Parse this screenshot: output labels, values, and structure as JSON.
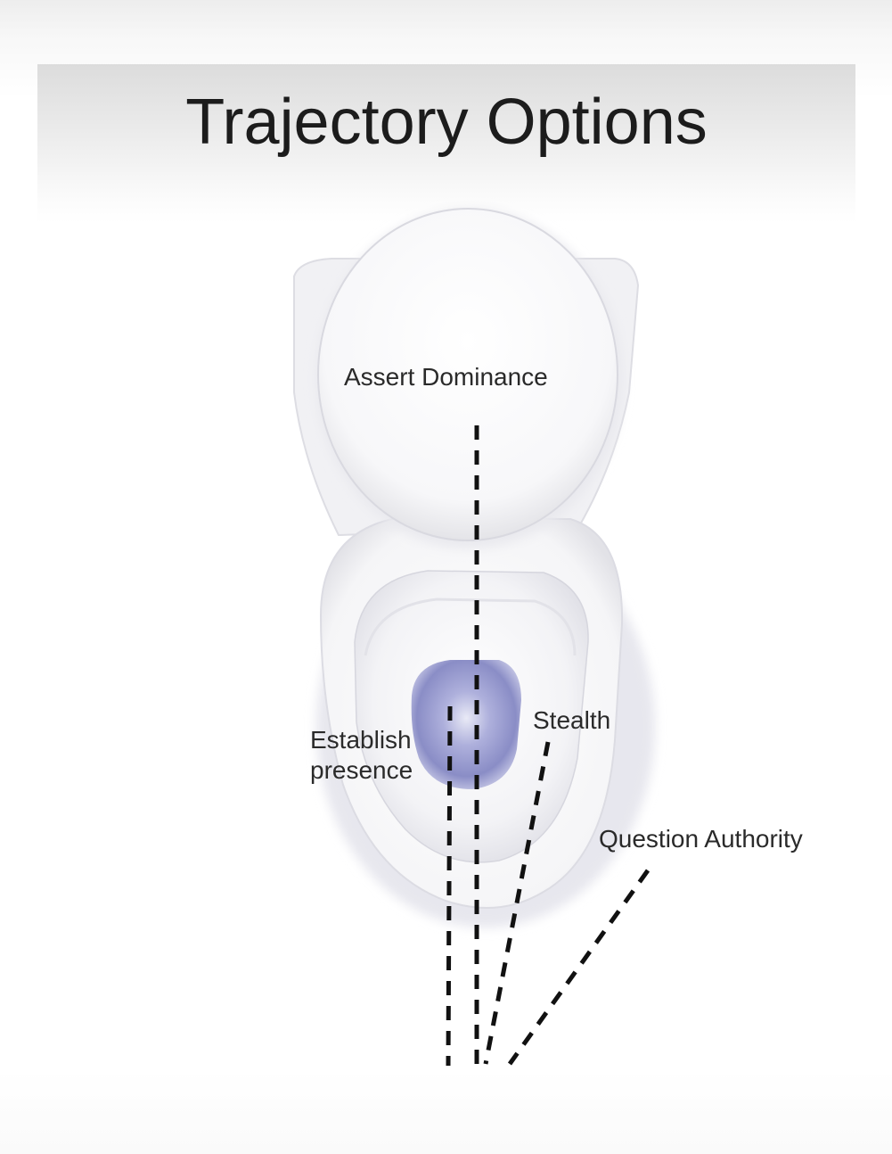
{
  "title": "Trajectory Options",
  "labels": {
    "assert_dominance": "Assert Dominance",
    "establish_presence": "Establish presence",
    "stealth": "Stealth",
    "question_authority": "Question Authority"
  },
  "colors": {
    "line": "#111111",
    "toilet_white": "#ffffff",
    "water": "#8f92c9"
  }
}
